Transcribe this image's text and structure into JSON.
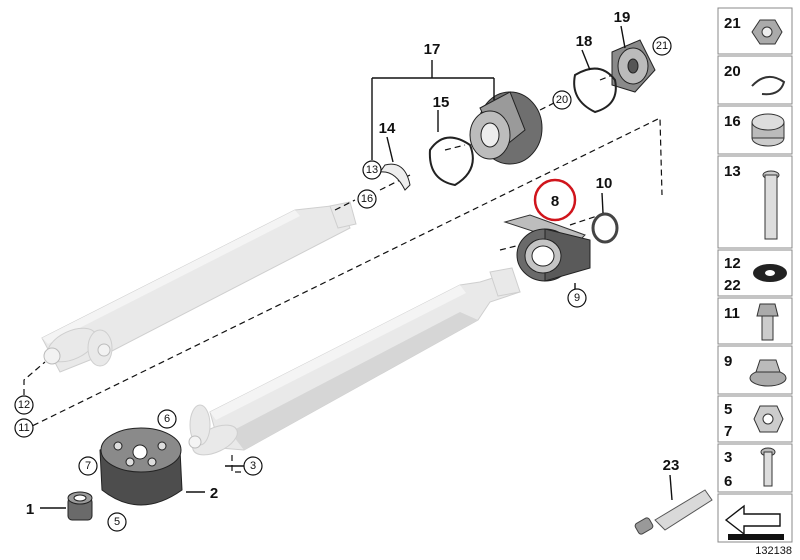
{
  "diagram": {
    "part_numbers": {
      "p1": "1",
      "p2": "2",
      "p8": "8",
      "p10": "10",
      "p14": "14",
      "p15": "15",
      "p17": "17",
      "p18": "18",
      "p19": "19",
      "p23": "23"
    },
    "callouts": {
      "c3": "3",
      "c5": "5",
      "c6": "6",
      "c7": "7",
      "c9": "9",
      "c11": "11",
      "c12": "12",
      "c13": "13",
      "c16": "16",
      "c20": "20",
      "c21": "21"
    },
    "highlight_color": "#d0151c",
    "reference_number": "132138"
  },
  "sidebar": {
    "items": [
      {
        "label": "21",
        "icon": "nut-icon"
      },
      {
        "label": "20",
        "icon": "circlip-icon"
      },
      {
        "label": "16",
        "icon": "clamp-ring-icon"
      },
      {
        "label": "13",
        "icon": "bolt-icon"
      },
      {
        "label_a": "12",
        "label_b": "22",
        "icon": "washer-icon"
      },
      {
        "label": "11",
        "icon": "hex-bolt-icon"
      },
      {
        "label": "9",
        "icon": "flange-nut-icon"
      },
      {
        "label_a": "5",
        "label_b": "7",
        "icon": "lock-nut-icon"
      },
      {
        "label_a": "3",
        "label_b": "6",
        "icon": "screw-icon"
      }
    ]
  }
}
